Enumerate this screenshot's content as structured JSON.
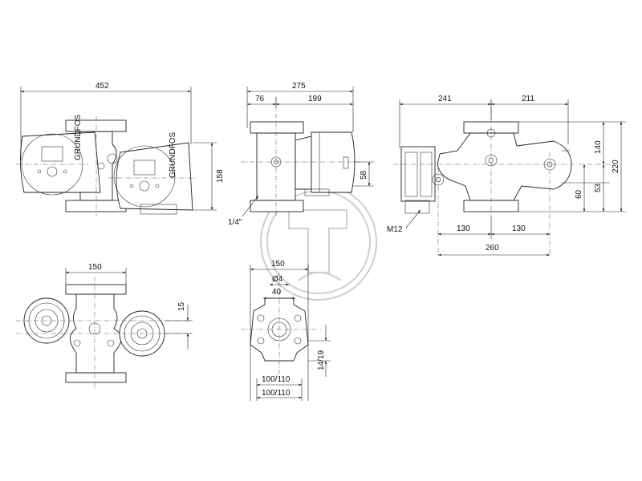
{
  "dims": {
    "front_width": "452",
    "front_height": "158",
    "side_total": "275",
    "side_motor": "76",
    "side_body": "199",
    "side_height": "58",
    "side_thread": "1/4\"",
    "right_left": "241",
    "right_right": "211",
    "right_h140": "140",
    "right_h220": "220",
    "right_h53": "53",
    "right_h60": "60",
    "right_bolt": "M12",
    "right_b130a": "130",
    "right_b130b": "130",
    "right_b260": "260",
    "bottom_width": "150",
    "bottom_offset": "15",
    "flange_150": "150",
    "flange_phi": "Ø4",
    "flange_40": "40",
    "flange_holes": "14/19",
    "flange_pcd1": "100/110",
    "flange_pcd2": "100/110"
  },
  "colors": {
    "line": "#222222",
    "watermark": "#cfcfcf"
  }
}
